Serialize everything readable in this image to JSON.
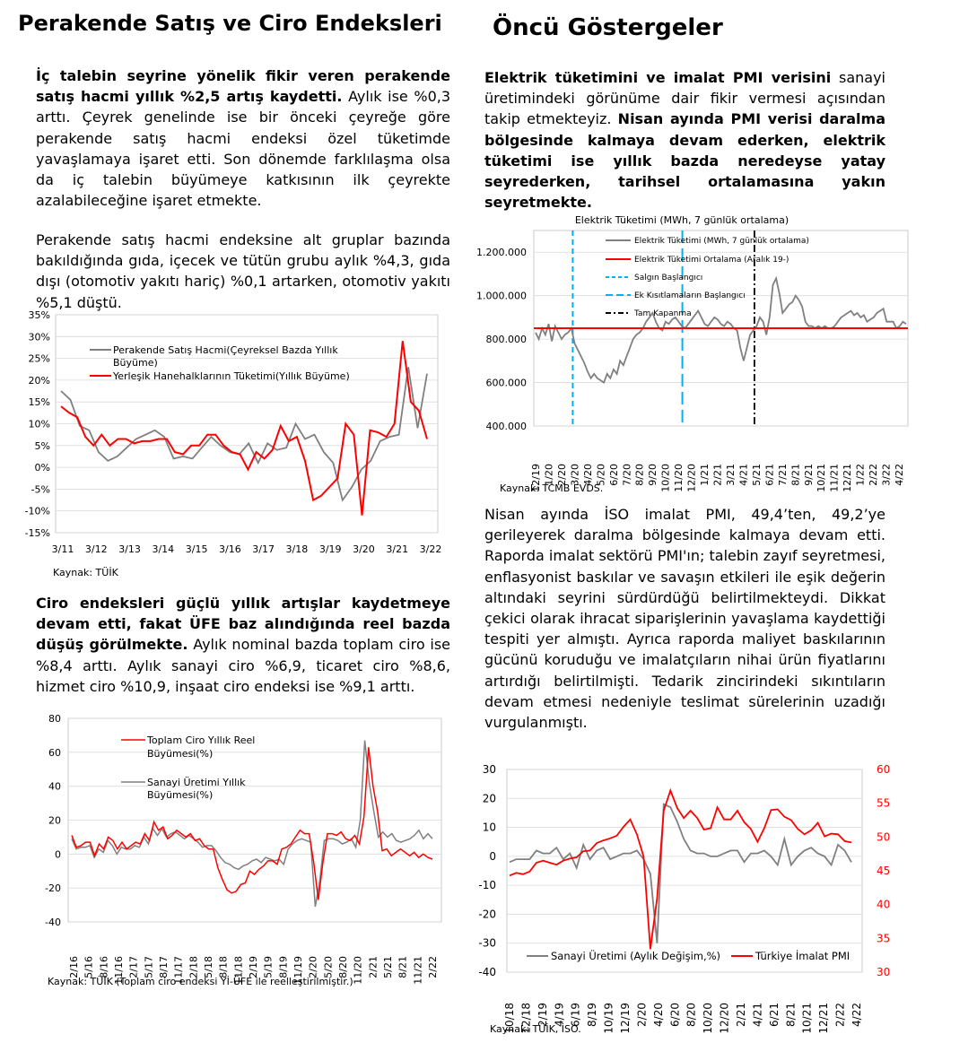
{
  "left_title": "Perakende Satış ve Ciro Endeksleri",
  "right_title": "Öncü Göstergeler",
  "p1": {
    "bold": "İç talebin seyrine yönelik fikir veren perakende satış hacmi yıllık %2,5 artış kaydetti.",
    "text": " Aylık ise %0,3 arttı. Çeyrek genelinde ise bir önceki çeyreğe göre perakende satış hacmi endeksi özel tüketimde yavaşlamaya işaret etti. Son dönemde farklılaşma olsa da iç talebin büyümeye katkısının ilk çeyrekte azalabileceğine işaret etmekte."
  },
  "p2": "Perakende satış hacmi endeksine alt gruplar bazında bakıldığında gıda, içecek ve tütün grubu aylık %4,3, gıda dışı (otomotiv yakıtı hariç) %0,1 artarken, otomotiv yakıtı %5,1 düştü.",
  "p3": {
    "bold": "Ciro endeksleri güçlü yıllık artışlar kaydetmeye devam etti, fakat ÜFE baz alındığında reel bazda düşüş görülmekte.",
    "text": " Aylık nominal bazda toplam ciro ise %8,4 arttı. Aylık sanayi ciro %6,9, ticaret ciro %8,6, hizmet ciro %10,9, inşaat ciro endeksi ise %9,1 arttı."
  },
  "p4": {
    "bold1": "Elektrik tüketimini ve imalat PMI verisini",
    "text1": " sanayi üretimindeki görünüme dair fikir vermesi açısından takip etmekteyiz. ",
    "bold2": "Nisan ayında PMI verisi daralma bölgesinde kalmaya devam ederken, elektrik tüketimi ise yıllık bazda neredeyse yatay seyrederken, tarihsel ortalamasına yakın seyretmekte."
  },
  "p5": "Nisan ayında İSO imalat PMI, 49,4’ten, 49,2’ye gerileyerek daralma bölgesinde kalmaya devam etti. Raporda imalat sektörü PMI'ın; talebin zayıf seyretmesi, enflasyonist baskılar ve savaşın etkileri ile eşik değerin altındaki seyrini sürdürdüğü belirtilmekteydi. Dikkat çekici olarak ihracat siparişlerinin yavaşlama kaydettiği tespiti yer almıştı. Ayrıca raporda maliyet baskılarının gücünü koruduğu ve imalatçıların nihai ürün fiyatlarını artırdığı belirtilmişti. Tedarik zincirindeki sıkıntıların devam etmesi nedeniyle teslimat sürelerinin uzadığı vurgulanmıştı.",
  "sources": {
    "c1": "Kaynak: TÜİK",
    "c2": "Kaynak: TÜİK (Toplam ciro endeksi Yİ-ÜFE ile reelleştirilmiştir.)",
    "c3": "Kaynak: TCMB EVDS.",
    "c4": "Kaynak: TÜİK, İSO."
  },
  "chart_data": [
    {
      "type": "line",
      "yticks": [
        "35%",
        "30%",
        "25%",
        "20%",
        "15%",
        "10%",
        "5%",
        "0%",
        "-5%",
        "-10%",
        "-15%"
      ],
      "ylim": [
        -15,
        35
      ],
      "xticks": [
        "3/11",
        "3/12",
        "3/13",
        "3/14",
        "3/15",
        "3/16",
        "3/17",
        "3/18",
        "3/19",
        "3/20",
        "3/21",
        "3/22"
      ],
      "colors": [
        "#808080",
        "#ff0000"
      ],
      "series": [
        {
          "name": "Perakende Satış Hacmi(Çeyreksel Bazda Yıllık Büyüme)",
          "values": [
            17.5,
            15.5,
            9.5,
            8.5,
            3.5,
            1.5,
            2.5,
            4.5,
            6.5,
            7.5,
            8.5,
            7.0,
            2.0,
            2.5,
            2.0,
            4.5,
            7.0,
            5.0,
            3.5,
            3.0,
            5.5,
            1.0,
            5.5,
            4.0,
            4.5,
            10.0,
            6.5,
            7.5,
            3.5,
            1.0,
            -7.5,
            -4.5,
            -0.5,
            1.5,
            6.0,
            7.0,
            7.5,
            23.0,
            9.0,
            21.5
          ]
        },
        {
          "name": "Yerleşik Hanehalklarının Tüketimi(Yıllık Büyüme)",
          "values": [
            14.0,
            12.5,
            11.5,
            7.0,
            5.0,
            7.5,
            5.0,
            6.5,
            6.5,
            5.5,
            6.0,
            6.0,
            6.5,
            6.5,
            3.5,
            3.0,
            5.0,
            5.0,
            7.5,
            7.5,
            5.0,
            3.5,
            3.0,
            -0.5,
            3.5,
            2.0,
            4.0,
            9.5,
            6.0,
            7.0,
            1.5,
            -7.5,
            -6.5,
            -4.5,
            -2.5,
            10.0,
            7.5,
            -11.0,
            8.5,
            8.0,
            7.0,
            10.0,
            29.0,
            15.0,
            13.0,
            6.5
          ]
        }
      ]
    },
    {
      "type": "line",
      "yticks": [
        "80",
        "60",
        "40",
        "20",
        "0",
        "-20",
        "-40"
      ],
      "ylim": [
        -40,
        80
      ],
      "xticks": [
        "2/16",
        "5/16",
        "8/16",
        "11/16",
        "2/17",
        "5/17",
        "8/17",
        "11/17",
        "2/18",
        "5/18",
        "8/18",
        "11/18",
        "2/19",
        "5/19",
        "8/19",
        "11/19",
        "2/20",
        "5/20",
        "8/20",
        "11/20",
        "2/21",
        "5/21",
        "8/21",
        "11/21",
        "2/22"
      ],
      "colors": [
        "#ff0000",
        "#808080"
      ],
      "series": [
        {
          "name": "Toplam Ciro Yıllık Reel Büyümesi(%)",
          "values": [
            11,
            4,
            5,
            7,
            7,
            -1,
            6,
            3,
            10,
            8,
            3,
            7,
            3,
            5,
            7,
            6,
            12,
            8,
            19,
            14,
            16,
            9,
            11,
            14,
            12,
            10,
            12,
            8,
            9,
            5,
            3,
            3,
            -8,
            -15,
            -21,
            -23,
            -22,
            -18,
            -17,
            -10,
            -12,
            -9,
            -7,
            -4,
            -4,
            -6,
            3,
            4,
            6,
            10,
            14,
            12,
            12,
            -5,
            -27,
            -5,
            12,
            12,
            11,
            13,
            9,
            8,
            11,
            6,
            22,
            63,
            40,
            25,
            2,
            3,
            -1,
            1,
            3,
            1,
            -1,
            1,
            -2,
            0,
            -2,
            -3
          ]
        },
        {
          "name": "Sanayi Üretimi Yıllık Büyümesi(%)",
          "values": [
            9,
            3,
            4,
            4,
            5,
            -2,
            3,
            1,
            8,
            5,
            0,
            4,
            3,
            3,
            5,
            4,
            10,
            6,
            15,
            11,
            15,
            10,
            12,
            13,
            11,
            9,
            11,
            9,
            7,
            4,
            5,
            5,
            2,
            -2,
            -5,
            -6,
            -8,
            -9,
            -7,
            -6,
            -4,
            -3,
            -5,
            -2,
            -3,
            -4,
            -3,
            -6,
            3,
            6,
            8,
            9,
            8,
            7,
            -31,
            -16,
            8,
            9,
            9,
            8,
            6,
            7,
            9,
            4,
            20,
            67,
            42,
            25,
            10,
            13,
            10,
            12,
            8,
            7,
            8,
            9,
            11,
            14,
            9,
            12,
            9
          ]
        }
      ]
    },
    {
      "type": "line",
      "title": "Elektrik Tüketimi (MWh, 7 günlük ortalama)",
      "yticks": [
        "1.200.000",
        "1.000.000",
        "800.000",
        "600.000",
        "400.000"
      ],
      "ylim": [
        400000,
        1300000
      ],
      "xticks": [
        "12/19",
        "1/20",
        "2/20",
        "3/20",
        "4/20",
        "5/20",
        "6/20",
        "7/20",
        "8/20",
        "9/20",
        "10/20",
        "11/20",
        "12/20",
        "1/21",
        "2/21",
        "3/21",
        "4/21",
        "5/21",
        "6/21",
        "7/21",
        "8/21",
        "9/21",
        "10/21",
        "11/21",
        "12/21",
        "1/22",
        "2/22",
        "3/22",
        "4/22"
      ],
      "colors": [
        "#808080",
        "#ff0000",
        "#00b0f0",
        "#00b0f0",
        "#000000"
      ],
      "legend": [
        "Elektrik Tüketimi (MWh, 7 günlük ortalama)",
        "Elektrik Tüketimi Ortalama (Aralık 19-)",
        "Salgın Başlangıcı",
        "Ek Kısıtlamaların Başlangıcı",
        "Tam Kapanma"
      ],
      "average": 850000,
      "vlines": [
        "3/20",
        "12/20",
        "5/21"
      ],
      "series": [
        {
          "name": "Elektrik Tüketimi (MWh, 7 günlük ortalama)",
          "values": [
            830000,
            800000,
            850000,
            820000,
            870000,
            790000,
            860000,
            830000,
            800000,
            820000,
            830000,
            850000,
            780000,
            750000,
            720000,
            690000,
            650000,
            620000,
            640000,
            620000,
            610000,
            600000,
            640000,
            620000,
            660000,
            640000,
            700000,
            680000,
            720000,
            760000,
            800000,
            820000,
            830000,
            850000,
            880000,
            900000,
            920000,
            880000,
            850000,
            840000,
            880000,
            870000,
            890000,
            900000,
            880000,
            860000,
            850000,
            870000,
            890000,
            910000,
            930000,
            900000,
            870000,
            860000,
            880000,
            900000,
            890000,
            870000,
            860000,
            880000,
            870000,
            850000,
            840000,
            760000,
            700000,
            760000,
            820000,
            840000,
            860000,
            900000,
            880000,
            820000,
            900000,
            1050000,
            1080000,
            1010000,
            920000,
            940000,
            960000,
            970000,
            1000000,
            980000,
            950000,
            880000,
            860000,
            860000,
            850000,
            860000,
            850000,
            860000,
            850000,
            850000,
            860000,
            880000,
            900000,
            910000,
            920000,
            930000,
            910000,
            920000,
            900000,
            910000,
            880000,
            890000,
            900000,
            920000,
            930000,
            940000,
            880000,
            880000,
            880000,
            850000,
            860000,
            880000,
            870000
          ]
        }
      ]
    },
    {
      "type": "line",
      "yticks_left": [
        "30",
        "20",
        "10",
        "0",
        "-10",
        "-20",
        "-30",
        "-40"
      ],
      "yticks_right": [
        "60",
        "55",
        "50",
        "45",
        "40",
        "35",
        "30"
      ],
      "ylim_left": [
        -40,
        30
      ],
      "ylim_right": [
        30,
        60
      ],
      "xticks": [
        "10/18",
        "12/18",
        "2/19",
        "4/19",
        "6/19",
        "8/19",
        "10/19",
        "12/19",
        "2/20",
        "4/20",
        "6/20",
        "8/20",
        "10/20",
        "12/20",
        "2/21",
        "4/21",
        "6/21",
        "8/21",
        "10/21",
        "12/21",
        "2/22",
        "4/22"
      ],
      "colors": [
        "#808080",
        "#ff0000"
      ],
      "series": [
        {
          "name": "Sanayi Üretimi (Aylık Değişim,%)",
          "values": [
            -2,
            -1,
            -1,
            -1,
            2,
            1,
            1,
            3,
            -1,
            1,
            -4,
            4,
            -1,
            2,
            3,
            -1,
            0,
            1,
            1,
            2,
            -1,
            -6,
            -30,
            18,
            17,
            12,
            6,
            2,
            1,
            1,
            0,
            0,
            1,
            2,
            2,
            -2,
            1,
            1,
            2,
            0,
            -3,
            6,
            -3,
            0,
            2,
            3,
            1,
            0,
            -3,
            4,
            2,
            -2
          ]
        },
        {
          "name": "Türkiye İmalat PMI",
          "values": [
            44.3,
            44.7,
            44.5,
            44.9,
            46.2,
            46.5,
            46.2,
            45.9,
            46.5,
            46.8,
            47.0,
            47.9,
            48.0,
            49.1,
            49.5,
            49.8,
            50.2,
            51.5,
            52.6,
            50.4,
            47.1,
            33.4,
            40.9,
            53.9,
            56.9,
            54.3,
            52.8,
            53.9,
            52.8,
            51.1,
            51.3,
            54.4,
            52.6,
            52.6,
            53.9,
            52.2,
            51.2,
            49.3,
            51.3,
            54.0,
            54.1,
            53.0,
            52.5,
            51.2,
            50.4,
            51.0,
            52.1,
            50.1,
            50.5,
            50.4,
            49.4,
            49.2
          ]
        }
      ]
    }
  ]
}
